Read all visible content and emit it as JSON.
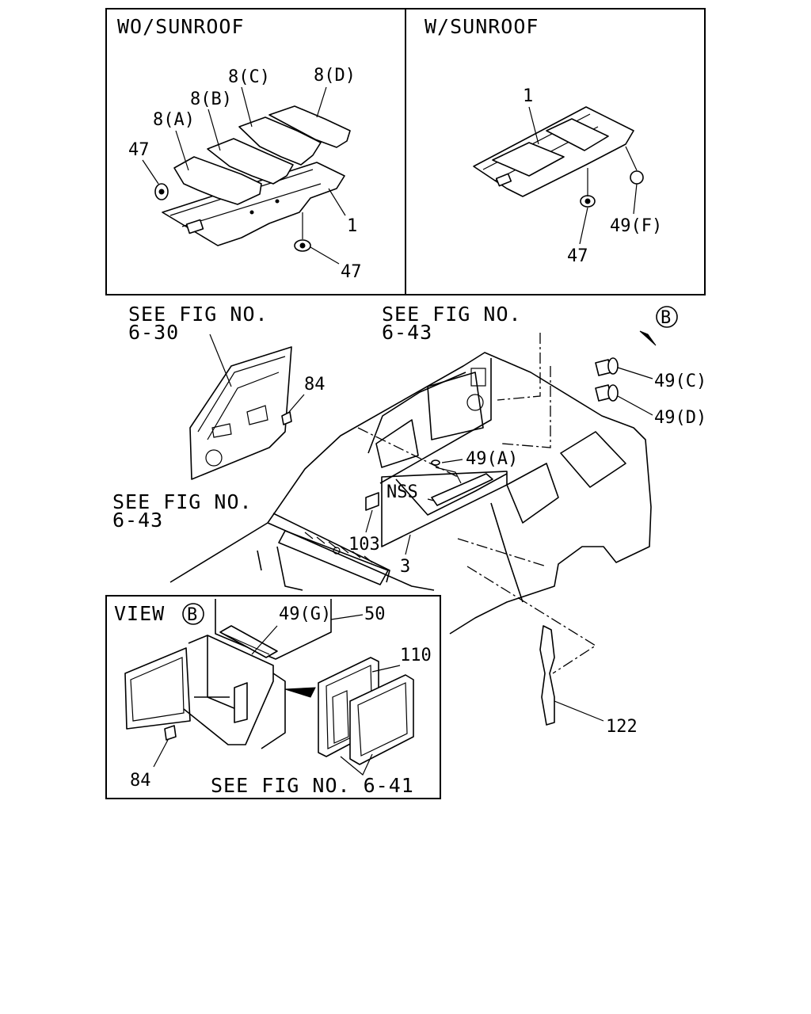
{
  "panels": {
    "wo_sunroof": {
      "title": "WO/SUNROOF"
    },
    "w_sunroof": {
      "title": "W/SUNROOF"
    },
    "view_b": {
      "title": "VIEW",
      "circle_letter": "B"
    }
  },
  "see_fig": {
    "fig_6_30": {
      "line1": "SEE FIG NO.",
      "line2": "6-30"
    },
    "fig_6_43_top": {
      "line1": "SEE FIG NO.",
      "line2": "6-43"
    },
    "fig_6_43_left": {
      "line1": "SEE FIG NO.",
      "line2": "6-43"
    },
    "fig_6_41": {
      "text": "SEE FIG NO. 6-41"
    }
  },
  "view_marker": {
    "letter": "B"
  },
  "callouts": {
    "p8a": "8(A)",
    "p8b": "8(B)",
    "p8c": "8(C)",
    "p8d": "8(D)",
    "p47_a": "47",
    "p47_b": "47",
    "p1_a": "1",
    "p1_b": "1",
    "p47_c": "47",
    "p49f": "49(F)",
    "p49c": "49(C)",
    "p49d": "49(D)",
    "p84_a": "84",
    "p49a": "49(A)",
    "nss": "NSS",
    "p103": "103",
    "p3": "3",
    "p49g": "49(G)",
    "p50": "50",
    "p110": "110",
    "p84_b": "84",
    "p122": "122"
  }
}
